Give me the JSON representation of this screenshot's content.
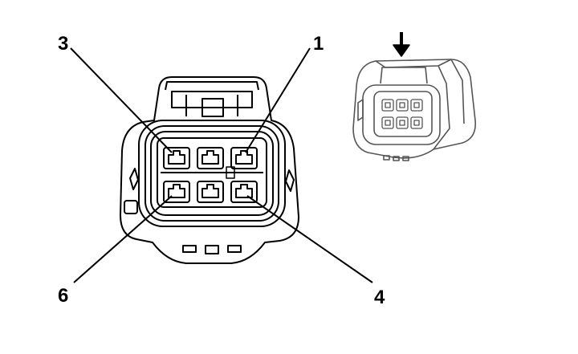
{
  "diagram": {
    "callouts": [
      {
        "id": "pin-3",
        "label": "3"
      },
      {
        "id": "pin-1",
        "label": "1"
      },
      {
        "id": "pin-6",
        "label": "6"
      },
      {
        "id": "pin-4",
        "label": "4"
      }
    ],
    "view_arrow_icon": "down-arrow-icon",
    "colors": {
      "stroke": "#000000",
      "iso_stroke": "#555555",
      "background": "#ffffff"
    }
  }
}
